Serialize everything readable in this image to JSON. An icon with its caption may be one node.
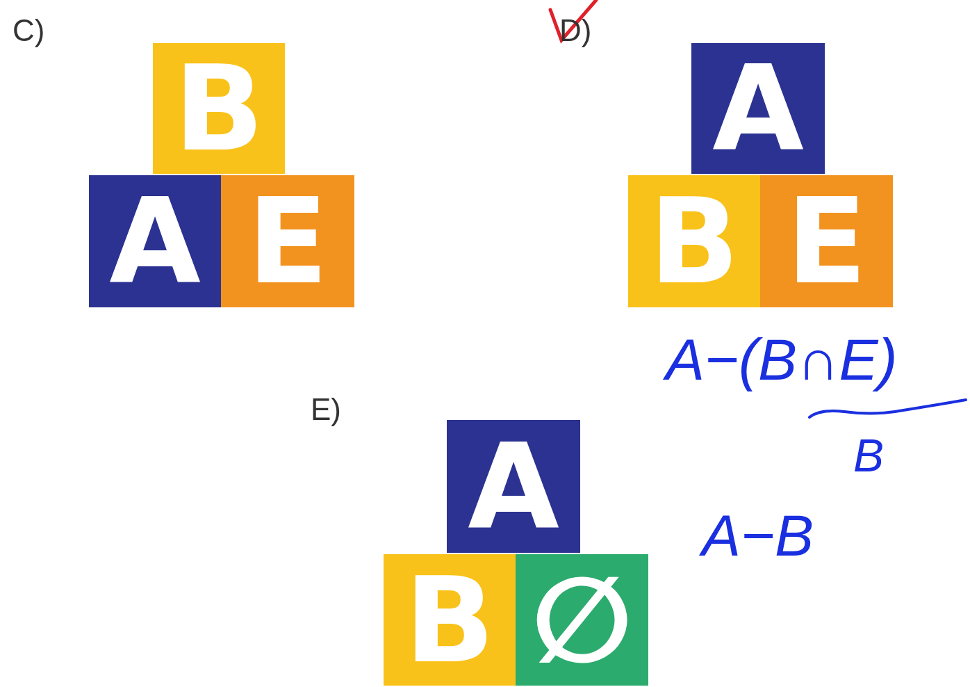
{
  "diagram": {
    "nodes": [
      {
        "text": [
          "B"
        ]
      },
      {
        "text": [
          "A"
        ]
      },
      {
        "text": [
          "E"
        ]
      },
      {
        "text": [
          "A"
        ]
      },
      {
        "text": [
          "B"
        ]
      },
      {
        "text": [
          "E"
        ]
      },
      {
        "text": [
          "A"
        ]
      },
      {
        "text": [
          "B"
        ]
      },
      {
        "text": [
          "∅"
        ]
      }
    ],
    "labels": [
      "C)",
      "D)",
      "A−(B∩E)",
      "E)",
      "B",
      "A−B"
    ]
  }
}
